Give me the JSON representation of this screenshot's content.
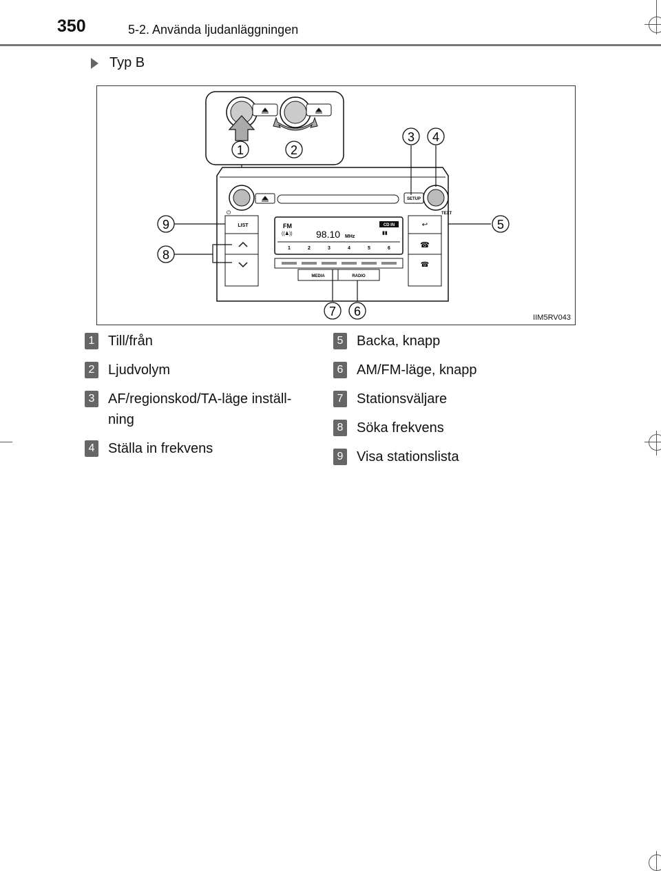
{
  "header": {
    "page_number": "350",
    "section_title": "5-2. Använda ljudanläggningen"
  },
  "subheading": "Typ B",
  "figure": {
    "code": "IIM5RV043",
    "callouts": [
      "1",
      "2",
      "3",
      "4",
      "5",
      "6",
      "7",
      "8",
      "9"
    ],
    "panel_labels": {
      "setup": "SETUP",
      "text": "TEXT",
      "list": "LIST",
      "media": "MEDIA",
      "radio": "RADIO",
      "display_band": "FM",
      "display_freq": "98.10",
      "display_unit": "MHz",
      "display_source": "CD IN",
      "presets": [
        "1",
        "2",
        "3",
        "4",
        "5",
        "6"
      ]
    },
    "icons": [
      "eject-icon",
      "power-icon",
      "back-icon",
      "phone-pickup-icon",
      "phone-hangup-icon",
      "chevron-up-icon",
      "chevron-down-icon",
      "press-arrow-icon",
      "rotate-arrow-icon"
    ]
  },
  "legend": {
    "left": [
      {
        "num": "1",
        "text": "Till/från"
      },
      {
        "num": "2",
        "text": "Ljudvolym"
      },
      {
        "num": "3",
        "text": "AF/regionskod/TA-läge inställ-ning"
      },
      {
        "num": "4",
        "text": "Ställa in frekvens"
      }
    ],
    "right": [
      {
        "num": "5",
        "text": "Backa, knapp"
      },
      {
        "num": "6",
        "text": "AM/FM-läge, knapp"
      },
      {
        "num": "7",
        "text": "Stationsväljare"
      },
      {
        "num": "8",
        "text": "Söka frekvens"
      },
      {
        "num": "9",
        "text": "Visa stationslista"
      }
    ]
  }
}
